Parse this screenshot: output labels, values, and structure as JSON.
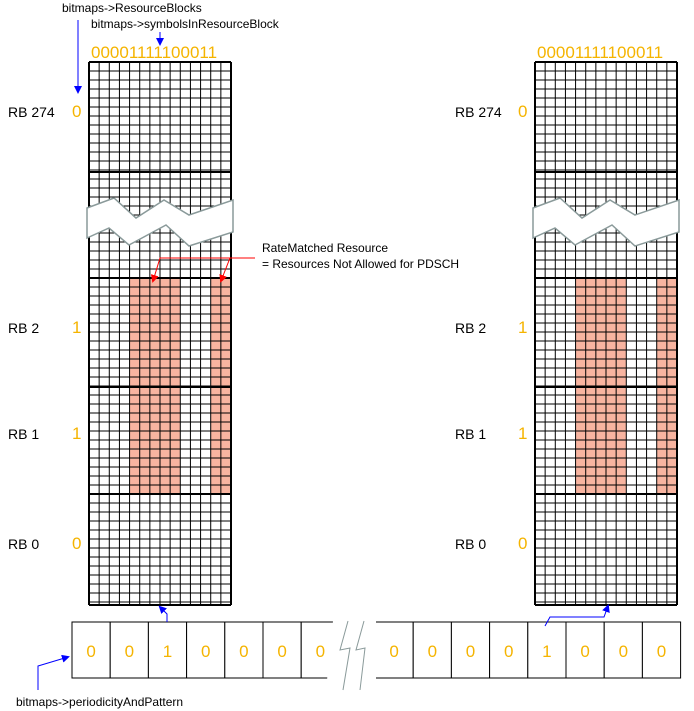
{
  "labels": {
    "resource_blocks": "bitmaps->ResourceBlocks",
    "symbols_in_rb": "bitmaps->symbolsInResourceBlock",
    "periodicity": "bitmaps->periodicityAndPattern",
    "ratematched_line1": "RateMatched Resource",
    "ratematched_line2": "= Resources Not Allowed for PDSCH"
  },
  "symbol_bitmap": "00001111100011",
  "rb_rows": [
    {
      "label": "RB 274",
      "bit": "0"
    },
    {
      "label": "RB 2",
      "bit": "1"
    },
    {
      "label": "RB 1",
      "bit": "1"
    },
    {
      "label": "RB 0",
      "bit": "0"
    }
  ],
  "pattern_left": [
    "0",
    "0",
    "1",
    "0",
    "0",
    "0",
    "0"
  ],
  "pattern_right": [
    "0",
    "0",
    "0",
    "0",
    "1",
    "0",
    "0",
    "0"
  ],
  "colors": {
    "bit": "#f5b400",
    "ratematched": "#f8b4a0",
    "arrow_blue": "#0000ff",
    "arrow_red": "#ff0000"
  }
}
